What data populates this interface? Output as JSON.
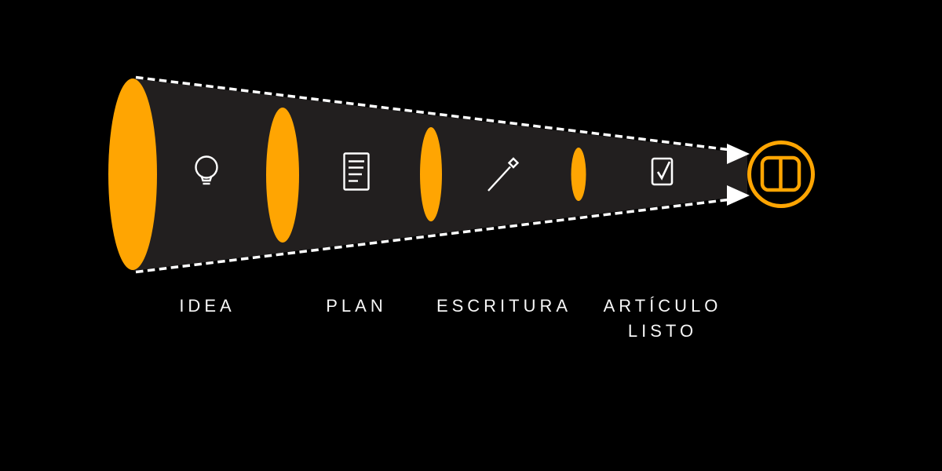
{
  "diagram": {
    "type": "funnel",
    "direction": "left-to-right",
    "stages": [
      {
        "label": "IDEA",
        "icon": "lightbulb-icon"
      },
      {
        "label": "PLAN",
        "icon": "document-icon"
      },
      {
        "label": "ESCRITURA",
        "icon": "pen-icon"
      },
      {
        "label": "ARTÍCULO LISTO",
        "icon": "checkbox-icon",
        "lines": [
          "ARTÍCULO",
          "LISTO"
        ]
      }
    ],
    "result": {
      "icon": "open-book-icon"
    },
    "ellipse_count": 4
  },
  "colors": {
    "background": "#000000",
    "funnel": "#221f1f",
    "accent": "#ffa502",
    "line": "#ffffff",
    "text": "#f7f7f7"
  }
}
